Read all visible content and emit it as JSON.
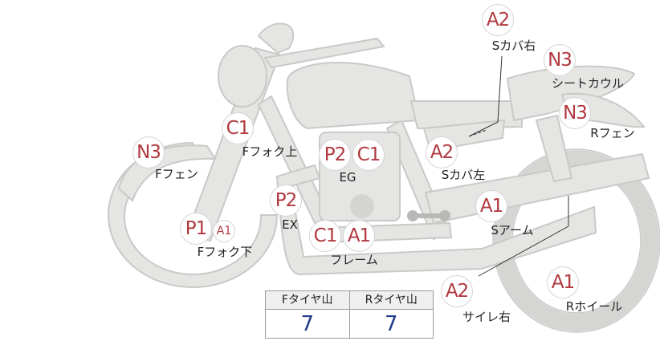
{
  "diagram": {
    "parts": [
      {
        "key": "s-cover-right",
        "badges": [
          "A2"
        ],
        "label": "Sカバ右"
      },
      {
        "key": "seat-cowl",
        "badges": [
          "N3"
        ],
        "label": "シートカウル"
      },
      {
        "key": "rear-fender",
        "badges": [
          "N3"
        ],
        "label": "Rフェン"
      },
      {
        "key": "front-fork-upper",
        "badges": [
          "C1"
        ],
        "label": "Fフォク上"
      },
      {
        "key": "front-fender",
        "badges": [
          "N3"
        ],
        "label": "Fフェン"
      },
      {
        "key": "engine",
        "badges": [
          "P2",
          "C1"
        ],
        "label": "EG"
      },
      {
        "key": "s-cover-left",
        "badges": [
          "A2"
        ],
        "label": "Sカバ左"
      },
      {
        "key": "exhaust",
        "badges": [
          "P2"
        ],
        "label": "EX"
      },
      {
        "key": "swing-arm",
        "badges": [
          "A1"
        ],
        "label": "Sアーム"
      },
      {
        "key": "front-fork-lower",
        "badges": [
          "P1",
          "A1"
        ],
        "label": "Fフォク下"
      },
      {
        "key": "frame",
        "badges": [
          "C1",
          "A1"
        ],
        "label": "フレーム"
      },
      {
        "key": "side-stand-right",
        "badges": [
          "A2"
        ],
        "label": "サイレ右"
      },
      {
        "key": "rear-wheel",
        "badges": [
          "A1"
        ],
        "label": "Rホイール"
      }
    ]
  },
  "tread_table": {
    "headers": [
      "Fタイヤ山",
      "Rタイヤ山"
    ],
    "values": [
      "7",
      "7"
    ]
  },
  "colors": {
    "bike_fill": "#e5e5e3",
    "bike_stroke": "#c9c9c7",
    "badge_text": "#b0393f",
    "value_text": "#23398a"
  }
}
